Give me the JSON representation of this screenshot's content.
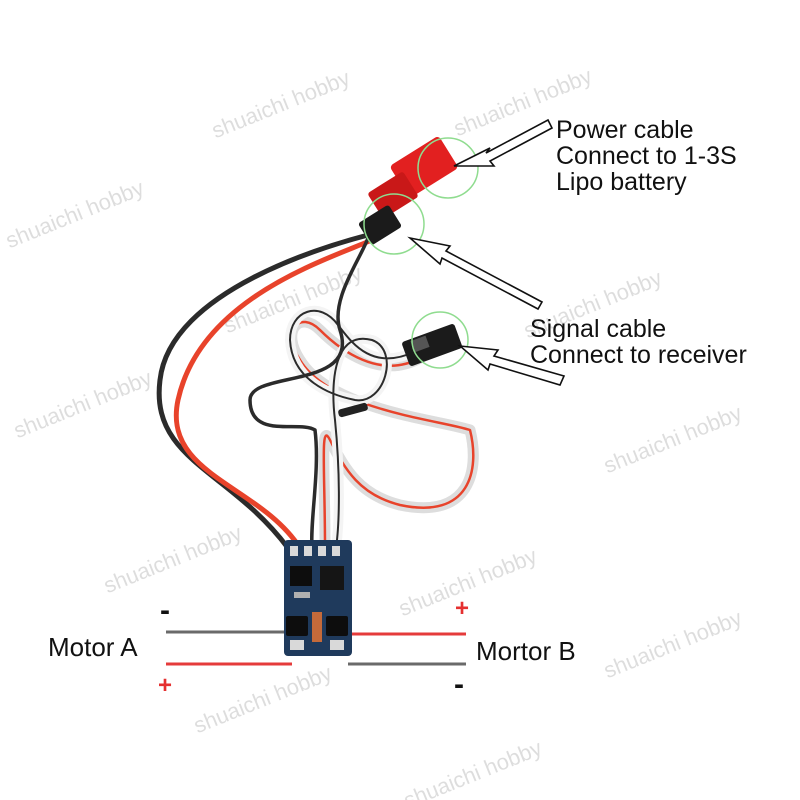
{
  "watermark": "shuaichi hobby",
  "callouts": {
    "power": {
      "line1": "Power cable",
      "line2": "Connect to 1-3S",
      "line3": "Lipo battery"
    },
    "signal": {
      "line1": "Signal cable",
      "line2": "Connect to receiver"
    }
  },
  "motor_a": {
    "label": "Motor A",
    "minus": "-",
    "plus": "+"
  },
  "motor_b": {
    "label": "Mortor B",
    "plus": "+",
    "minus": "-"
  },
  "colors": {
    "red_wire": "#e8432b",
    "black_wire": "#2b2b2b",
    "white_wire": "#f2f2f2",
    "pcb": "#1f3a5c",
    "plug_red": "#e22020",
    "highlight_ring": "#8fdc8f",
    "sign_red": "#e53030"
  }
}
